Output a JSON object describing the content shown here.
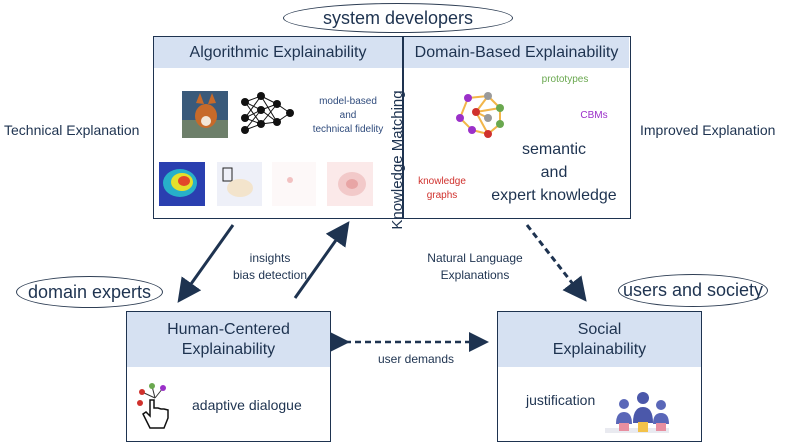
{
  "top_oval": "system developers",
  "left_oval": "domain experts",
  "right_oval": "users and society",
  "technical_explanation": "Technical Explanation",
  "improved_explanation": "Improved Explanation",
  "algorithmic": {
    "title": "Algorithmic Explainability",
    "model_line1": "model-based",
    "model_line2": "and",
    "model_line3": "technical fidelity"
  },
  "knowledge_matching": "Knowledge Matching",
  "domain": {
    "title": "Domain-Based Explainability",
    "prototypes": "prototypes",
    "cbms": "CBMs",
    "knowledge_graphs_line1": "knowledge",
    "knowledge_graphs_line2": "graphs",
    "semantic_line1": "semantic",
    "semantic_line2": "and",
    "semantic_line3": "expert knowledge",
    "colors": {
      "prototypes": "#6aa84f",
      "cbms": "#9b30c9",
      "knowledge_graphs": "#d0312d"
    }
  },
  "arrows": {
    "insights": "insights",
    "bias_detection": "bias detection",
    "nl_line1": "Natural Language",
    "nl_line2": "Explanations",
    "user_demands": "user demands"
  },
  "human": {
    "title_line1": "Human-Centered",
    "title_line2": "Explainability",
    "adaptive": "adaptive dialogue"
  },
  "social": {
    "title_line1": "Social",
    "title_line2": "Explainability",
    "justification": "justification"
  },
  "icons": [
    "fox-image-icon",
    "neural-network-icon",
    "heatmap-icon",
    "attribution-map-icon",
    "graph-network-icon",
    "hand-pointer-icon",
    "people-group-icon"
  ]
}
